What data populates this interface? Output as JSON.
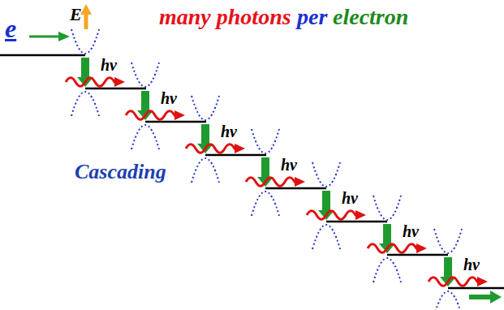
{
  "diagram": {
    "labels": [
      "E",
      "e",
      "many photons",
      "per",
      "electron",
      "Cascading",
      "hν",
      "hν",
      "hν",
      "hν",
      "hν",
      "hν",
      "hν"
    ]
  }
}
